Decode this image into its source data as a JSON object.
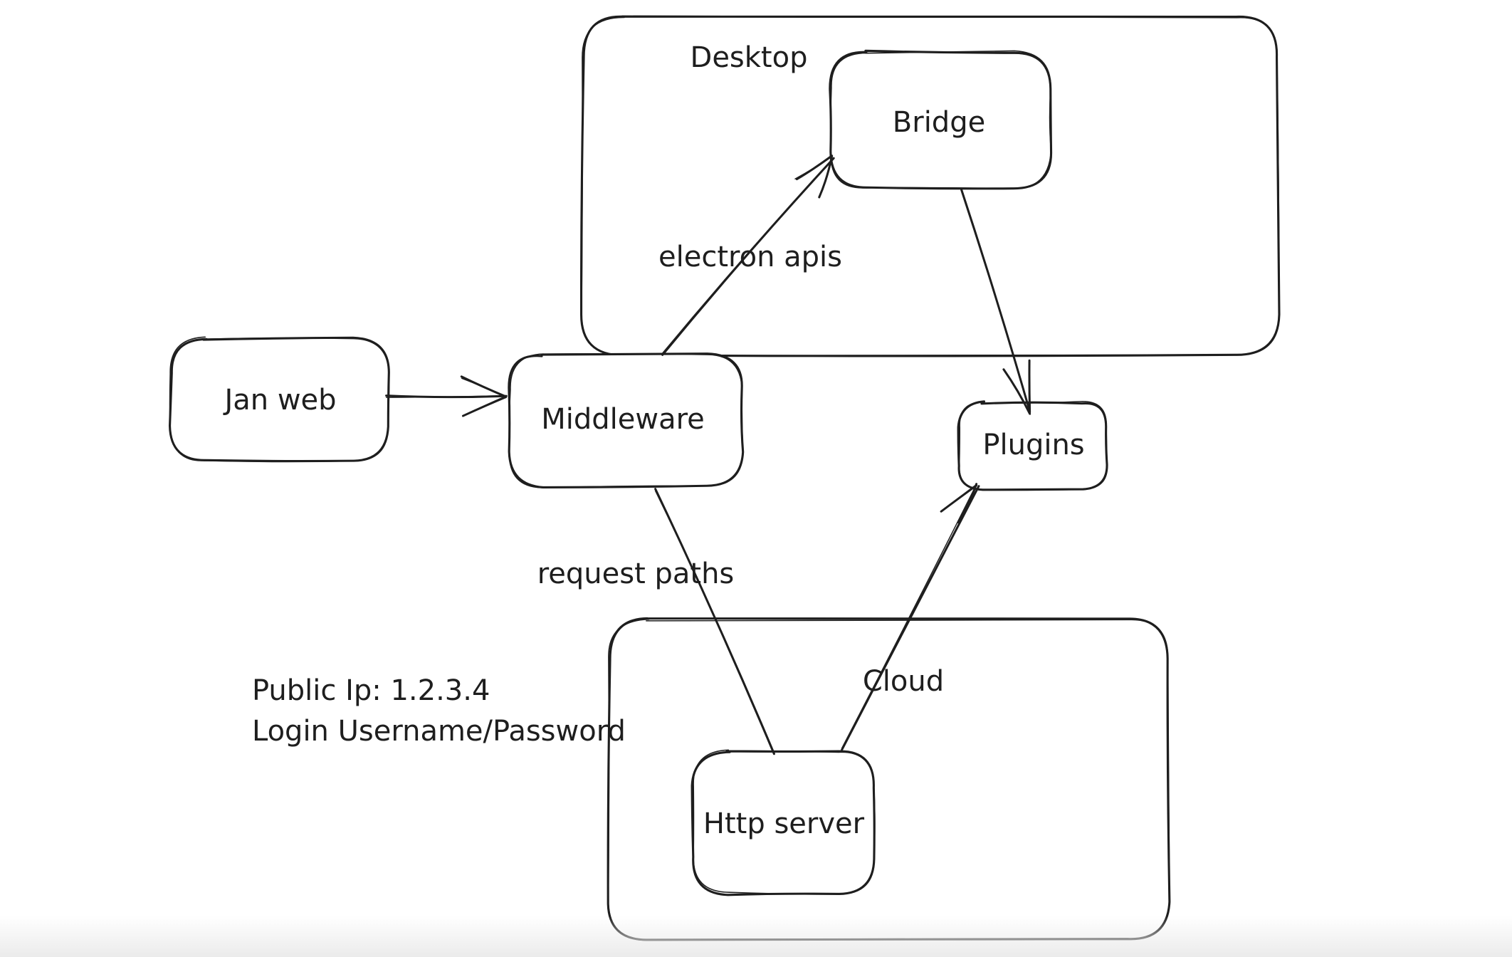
{
  "canvas": {
    "background": "#ffffff",
    "stroke_color": "#1e1e1e",
    "bottom_fade_color": "#ebebeb"
  },
  "diagram": {
    "containers": [
      {
        "label": "Desktop"
      },
      {
        "label": "Cloud"
      }
    ],
    "nodes": [
      {
        "label": "Jan web"
      },
      {
        "label": "Middleware"
      },
      {
        "label": "Bridge"
      },
      {
        "label": "Plugins"
      },
      {
        "label": "Http server"
      }
    ],
    "edges": [
      {
        "from": "Jan web",
        "to": "Middleware",
        "label": ""
      },
      {
        "from": "Middleware",
        "to": "Bridge",
        "label": "electron apis"
      },
      {
        "from": "Bridge",
        "to": "Plugins",
        "label": ""
      },
      {
        "from": "Middleware",
        "to": "Http server",
        "label": "request paths"
      },
      {
        "from": "Http server",
        "to": "Plugins",
        "label": ""
      }
    ],
    "annotations": [
      "Public Ip: 1.2.3.4",
      "Login Username/Password"
    ]
  }
}
